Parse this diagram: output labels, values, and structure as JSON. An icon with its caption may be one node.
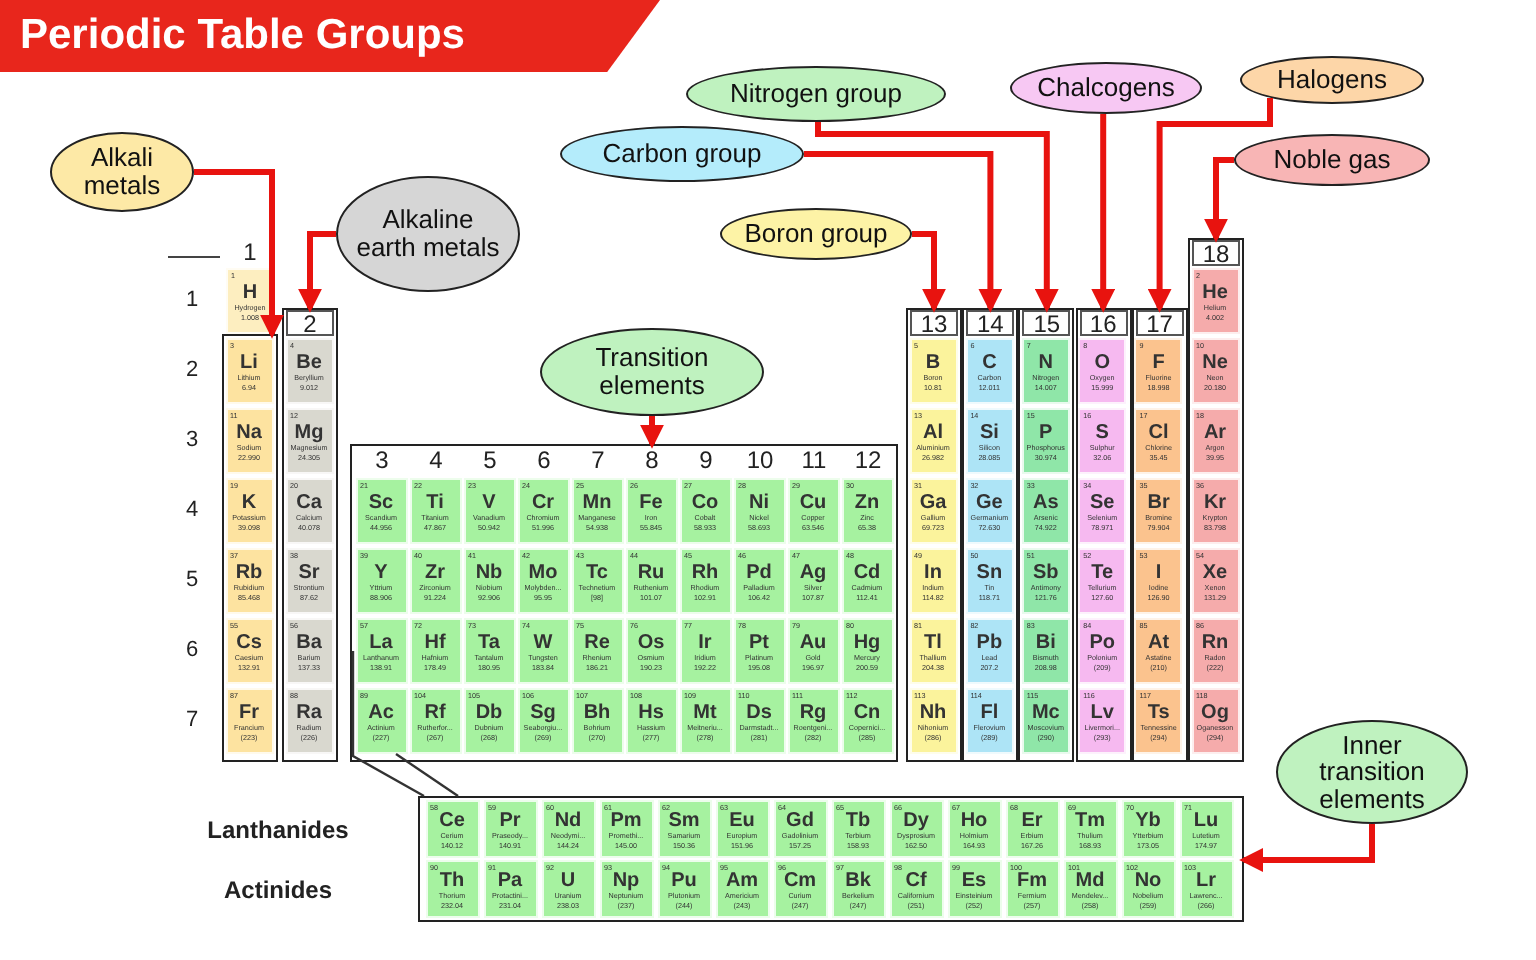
{
  "diagram": {
    "title": "Periodic Table Groups",
    "nodes": [
      {
        "text": [
          "Alkali metals"
        ]
      },
      {
        "text": [
          "Alkaline earth metals"
        ]
      },
      {
        "text": [
          "Nitrogen group"
        ]
      },
      {
        "text": [
          "Chalcogens"
        ]
      },
      {
        "text": [
          "Halogens"
        ]
      },
      {
        "text": [
          "Carbon group"
        ]
      },
      {
        "text": [
          "Noble gas"
        ]
      },
      {
        "text": [
          "Boron group"
        ]
      },
      {
        "text": [
          "Transition elements"
        ]
      },
      {
        "text": [
          "Inner transition elements"
        ]
      },
      {
        "text": [
          "1",
          "H",
          "Hydrogen",
          "1.008"
        ]
      },
      {
        "text": [],
        "shape": "box"
      },
      {
        "text": [
          "3",
          "Li",
          "Lithium",
          "6.94"
        ],
        "in": 11
      },
      {
        "text": [
          "11",
          "Na",
          "Sodium",
          "22.990"
        ],
        "in": 11
      },
      {
        "text": [
          "19",
          "K",
          "Potassium",
          "39.098"
        ],
        "in": 11
      },
      {
        "text": [
          "37",
          "Rb",
          "Rubidium",
          "85.468"
        ],
        "in": 11
      },
      {
        "text": [
          "55",
          "Cs",
          "Caesium",
          "132.91"
        ],
        "in": 11
      },
      {
        "text": [
          "87",
          "Fr",
          "Francium",
          "(223)"
        ],
        "in": 11
      },
      {
        "text": [
          "2"
        ]
      },
      {
        "text": [
          "4",
          "Be",
          "Beryllium",
          "9.012"
        ],
        "in": 18
      },
      {
        "text": [
          "12",
          "Mg",
          "Magnesium",
          "24.305"
        ],
        "in": 18
      },
      {
        "text": [
          "20",
          "Ca",
          "Calcium",
          "40.078"
        ],
        "in": 18
      },
      {
        "text": [
          "38",
          "Sr",
          "Strontium",
          "87.62"
        ],
        "in": 18
      },
      {
        "text": [
          "56",
          "Ba",
          "Barium",
          "137.33"
        ],
        "in": 18
      },
      {
        "text": [
          "88",
          "Ra",
          "Radium",
          "(226)"
        ],
        "in": 18
      },
      {
        "text": [],
        "shape": "box"
      },
      {
        "text": [
          "21",
          "Sc",
          "Scandium",
          "44.956"
        ],
        "in": 25
      },
      {
        "text": [
          "22",
          "Ti",
          "Titanium",
          "47.867"
        ],
        "in": 25
      },
      {
        "text": [
          "23",
          "V",
          "Vanadium",
          "50.942"
        ],
        "in": 25
      },
      {
        "text": [
          "24",
          "Cr",
          "Chromium",
          "51.996"
        ],
        "in": 25
      },
      {
        "text": [
          "25",
          "Mn",
          "Manganese",
          "54.938"
        ],
        "in": 25
      },
      {
        "text": [
          "26",
          "Fe",
          "Iron",
          "55.845"
        ],
        "in": 25
      },
      {
        "text": [
          "27",
          "Co",
          "Cobalt",
          "58.933"
        ],
        "in": 25
      },
      {
        "text": [
          "28",
          "Ni",
          "Nickel",
          "58.693"
        ],
        "in": 25
      },
      {
        "text": [
          "29",
          "Cu",
          "Copper",
          "63.546"
        ],
        "in": 25
      },
      {
        "text": [
          "30",
          "Zn",
          "Zinc",
          "65.38"
        ],
        "in": 25
      },
      {
        "text": [
          "39",
          "Y",
          "Yttrium",
          "88.906"
        ],
        "in": 25
      },
      {
        "text": [
          "40",
          "Zr",
          "Zirconium",
          "91.224"
        ],
        "in": 25
      },
      {
        "text": [
          "41",
          "Nb",
          "Niobium",
          "92.906"
        ],
        "in": 25
      },
      {
        "text": [
          "42",
          "Mo",
          "Molybden...",
          "95.95"
        ],
        "in": 25
      },
      {
        "text": [
          "43",
          "Tc",
          "Technetium",
          "[98]"
        ],
        "in": 25
      },
      {
        "text": [
          "44",
          "Ru",
          "Ruthenium",
          "101.07"
        ],
        "in": 25
      },
      {
        "text": [
          "45",
          "Rh",
          "Rhodium",
          "102.91"
        ],
        "in": 25
      },
      {
        "text": [
          "46",
          "Pd",
          "Palladium",
          "106.42"
        ],
        "in": 25
      },
      {
        "text": [
          "47",
          "Ag",
          "Silver",
          "107.87"
        ],
        "in": 25
      },
      {
        "text": [
          "48",
          "Cd",
          "Cadmium",
          "112.41"
        ],
        "in": 25
      },
      {
        "text": [
          "57",
          "La",
          "Lanthanum",
          "138.91"
        ],
        "in": 25
      },
      {
        "text": [
          "72",
          "Hf",
          "Hafnium",
          "178.49"
        ],
        "in": 25
      },
      {
        "text": [
          "73",
          "Ta",
          "Tantalum",
          "180.95"
        ],
        "in": 25
      },
      {
        "text": [
          "74",
          "W",
          "Tungsten",
          "183.84"
        ],
        "in": 25
      },
      {
        "text": [
          "75",
          "Re",
          "Rhenium",
          "186.21"
        ],
        "in": 25
      },
      {
        "text": [
          "76",
          "Os",
          "Osmium",
          "190.23"
        ],
        "in": 25
      },
      {
        "text": [
          "77",
          "Ir",
          "Iridium",
          "192.22"
        ],
        "in": 25
      },
      {
        "text": [
          "78",
          "Pt",
          "Platinum",
          "195.08"
        ],
        "in": 25
      },
      {
        "text": [
          "79",
          "Au",
          "Gold",
          "196.97"
        ],
        "in": 25
      },
      {
        "text": [
          "80",
          "Hg",
          "Mercury",
          "200.59"
        ],
        "in": 25
      },
      {
        "text": [
          "89",
          "Ac",
          "Actinium",
          "(227)"
        ],
        "in": 25
      },
      {
        "text": [
          "104",
          "Rf",
          "Rutherfor...",
          "(267)"
        ],
        "in": 25
      },
      {
        "text": [
          "105",
          "Db",
          "Dubnium",
          "(268)"
        ],
        "in": 25
      },
      {
        "text": [
          "106",
          "Sg",
          "Seaborgiu...",
          "(269)"
        ],
        "in": 25
      },
      {
        "text": [
          "107",
          "Bh",
          "Bohrium",
          "(270)"
        ],
        "in": 25
      },
      {
        "text": [
          "108",
          "Hs",
          "Hassium",
          "(277)"
        ],
        "in": 25
      },
      {
        "text": [
          "109",
          "Mt",
          "Meitneriu...",
          "(278)"
        ],
        "in": 25
      },
      {
        "text": [
          "110",
          "Ds",
          "Darmstadt...",
          "(281)"
        ],
        "in": 25
      },
      {
        "text": [
          "111",
          "Rg",
          "Roentgeni...",
          "(282)"
        ],
        "in": 25
      },
      {
        "text": [
          "112",
          "Cn",
          "Copernici...",
          "(285)"
        ],
        "in": 25
      },
      {
        "text": [
          "13"
        ]
      },
      {
        "text": [
          "5",
          "B",
          "Boron",
          "10.81"
        ],
        "in": 66
      },
      {
        "text": [
          "13",
          "Al",
          "Aluminium",
          "26.982"
        ],
        "in": 66
      },
      {
        "text": [
          "31",
          "Ga",
          "Gallium",
          "69.723"
        ],
        "in": 66
      },
      {
        "text": [
          "49",
          "In",
          "Indium",
          "114.82"
        ],
        "in": 66
      },
      {
        "text": [
          "81",
          "Tl",
          "Thallium",
          "204.38"
        ],
        "in": 66
      },
      {
        "text": [
          "113",
          "Nh",
          "Nihonium",
          "(286)"
        ],
        "in": 66
      },
      {
        "text": [
          "14"
        ]
      },
      {
        "text": [
          "6",
          "C",
          "Carbon",
          "12.011"
        ],
        "in": 73
      },
      {
        "text": [
          "14",
          "Si",
          "Silicon",
          "28.085"
        ],
        "in": 73
      },
      {
        "text": [
          "32",
          "Ge",
          "Germanium",
          "72.630"
        ],
        "in": 73
      },
      {
        "text": [
          "50",
          "Sn",
          "Tin",
          "118.71"
        ],
        "in": 73
      },
      {
        "text": [
          "82",
          "Pb",
          "Lead",
          "207.2"
        ],
        "in": 73
      },
      {
        "text": [
          "114",
          "Fl",
          "Flerovium",
          "(289)"
        ],
        "in": 73
      },
      {
        "text": [
          "15"
        ]
      },
      {
        "text": [
          "7",
          "N",
          "Nitrogen",
          "14.007"
        ],
        "in": 80
      },
      {
        "text": [
          "15",
          "P",
          "Phosphorus",
          "30.974"
        ],
        "in": 80
      },
      {
        "text": [
          "33",
          "As",
          "Arsenic",
          "74.922"
        ],
        "in": 80
      },
      {
        "text": [
          "51",
          "Sb",
          "Antimony",
          "121.76"
        ],
        "in": 80
      },
      {
        "text": [
          "83",
          "Bi",
          "Bismuth",
          "208.98"
        ],
        "in": 80
      },
      {
        "text": [
          "115",
          "Mc",
          "Moscovium",
          "(290)"
        ],
        "in": 80
      },
      {
        "text": [
          "16"
        ]
      },
      {
        "text": [
          "8",
          "O",
          "Oxygen",
          "15.999"
        ],
        "in": 87
      },
      {
        "text": [
          "16",
          "S",
          "Sulphur",
          "32.06"
        ],
        "in": 87
      },
      {
        "text": [
          "34",
          "Se",
          "Selenium",
          "78.971"
        ],
        "in": 87
      },
      {
        "text": [
          "52",
          "Te",
          "Tellurium",
          "127.60"
        ],
        "in": 87
      },
      {
        "text": [
          "84",
          "Po",
          "Polonium",
          "(209)"
        ],
        "in": 87
      },
      {
        "text": [
          "116",
          "Lv",
          "Livermori...",
          "(293)"
        ],
        "in": 87
      },
      {
        "text": [
          "17"
        ]
      },
      {
        "text": [
          "9",
          "F",
          "Fluorine",
          "18.998"
        ],
        "in": 94
      },
      {
        "text": [
          "17",
          "Cl",
          "Chlorine",
          "35.45"
        ],
        "in": 94
      },
      {
        "text": [
          "35",
          "Br",
          "Bromine",
          "79.904"
        ],
        "in": 94
      },
      {
        "text": [
          "53",
          "I",
          "Iodine",
          "126.90"
        ],
        "in": 94
      },
      {
        "text": [
          "85",
          "At",
          "Astatine",
          "(210)"
        ],
        "in": 94
      },
      {
        "text": [
          "117",
          "Ts",
          "Tennessine",
          "(294)"
        ],
        "in": 94
      },
      {
        "text": [
          "18"
        ]
      },
      {
        "text": [
          "2",
          "He",
          "Helium",
          "4.002"
        ],
        "in": 101
      },
      {
        "text": [
          "10",
          "Ne",
          "Neon",
          "20.180"
        ],
        "in": 101
      },
      {
        "text": [
          "18",
          "Ar",
          "Argon",
          "39.95"
        ],
        "in": 101
      },
      {
        "text": [
          "36",
          "Kr",
          "Krypton",
          "83.798"
        ],
        "in": 101
      },
      {
        "text": [
          "54",
          "Xe",
          "Xenon",
          "131.29"
        ],
        "in": 101
      },
      {
        "text": [
          "86",
          "Rn",
          "Radon",
          "(222)"
        ],
        "in": 101
      },
      {
        "text": [
          "118",
          "Og",
          "Oganesson",
          "(294)"
        ],
        "in": 101
      },
      {
        "text": [],
        "shape": "box"
      },
      {
        "text": [
          "58",
          "Ce",
          "Cerium",
          "140.12"
        ],
        "in": 109
      },
      {
        "text": [
          "59",
          "Pr",
          "Praseody...",
          "140.91"
        ],
        "in": 109
      },
      {
        "text": [
          "60",
          "Nd",
          "Neodymi...",
          "144.24"
        ],
        "in": 109
      },
      {
        "text": [
          "61",
          "Pm",
          "Promethi...",
          "145.00"
        ],
        "in": 109
      },
      {
        "text": [
          "62",
          "Sm",
          "Samarium",
          "150.36"
        ],
        "in": 109
      },
      {
        "text": [
          "63",
          "Eu",
          "Europium",
          "151.96"
        ],
        "in": 109
      },
      {
        "text": [
          "64",
          "Gd",
          "Gadolinium",
          "157.25"
        ],
        "in": 109
      },
      {
        "text": [
          "65",
          "Tb",
          "Terbium",
          "158.93"
        ],
        "in": 109
      },
      {
        "text": [
          "66",
          "Dy",
          "Dysprosium",
          "162.50"
        ],
        "in": 109
      },
      {
        "text": [
          "67",
          "Ho",
          "Holmium",
          "164.93"
        ],
        "in": 109
      },
      {
        "text": [
          "68",
          "Er",
          "Erbium",
          "167.26"
        ],
        "in": 109
      },
      {
        "text": [
          "69",
          "Tm",
          "Thulium",
          "168.93"
        ],
        "in": 109
      },
      {
        "text": [
          "70",
          "Yb",
          "Ytterbium",
          "173.05"
        ],
        "in": 109
      },
      {
        "text": [
          "71",
          "Lu",
          "Lutetium",
          "174.97"
        ],
        "in": 109
      },
      {
        "text": [
          "90",
          "Th",
          "Thorium",
          "232.04"
        ],
        "in": 109
      },
      {
        "text": [
          "91",
          "Pa",
          "Protactini...",
          "231.04"
        ],
        "in": 109
      },
      {
        "text": [
          "92",
          "U",
          "Uranium",
          "238.03"
        ],
        "in": 109
      },
      {
        "text": [
          "93",
          "Np",
          "Neptunium",
          "(237)"
        ],
        "in": 109
      },
      {
        "text": [
          "94",
          "Pu",
          "Plutonium",
          "(244)"
        ],
        "in": 109
      },
      {
        "text": [
          "95",
          "Am",
          "Americium",
          "(243)"
        ],
        "in": 109
      },
      {
        "text": [
          "96",
          "Cm",
          "Curium",
          "(247)"
        ],
        "in": 109
      },
      {
        "text": [
          "97",
          "Bk",
          "Berkelium",
          "(247)"
        ],
        "in": 109
      },
      {
        "text": [
          "98",
          "Cf",
          "Californium",
          "(251)"
        ],
        "in": 109
      },
      {
        "text": [
          "99",
          "Es",
          "Einsteinium",
          "(252)"
        ],
        "in": 109
      },
      {
        "text": [
          "100",
          "Fm",
          "Fermium",
          "(257)"
        ],
        "in": 109
      },
      {
        "text": [
          "101",
          "Md",
          "Mendelev...",
          "(258)"
        ],
        "in": 109
      },
      {
        "text": [
          "102",
          "No",
          "Nobelium",
          "(259)"
        ],
        "in": 109
      },
      {
        "text": [
          "103",
          "Lr",
          "Lawrenc...",
          "(266)"
        ],
        "in": 109
      }
    ],
    "edges": [
      {
        "from": 0,
        "to": 11,
        "arrow": "to"
      },
      {
        "from": 1,
        "to": 18,
        "arrow": "to"
      },
      {
        "from": 2,
        "to": 80,
        "arrow": "to"
      },
      {
        "from": 3,
        "to": 87,
        "arrow": "to"
      },
      {
        "from": 4,
        "to": 94,
        "arrow": "to"
      },
      {
        "from": 5,
        "to": 73,
        "arrow": "to"
      },
      {
        "from": 6,
        "to": 101,
        "arrow": "to"
      },
      {
        "from": 7,
        "to": 66,
        "arrow": "to"
      },
      {
        "from": 8,
        "to": 25,
        "arrow": "to"
      },
      {
        "from": 9,
        "to": 109,
        "arrow": "to"
      },
      {
        "from": 46,
        "to": 109,
        "arrow": "none",
        "color": "#333333"
      },
      {
        "from": 56,
        "to": 109,
        "arrow": "none",
        "color": "#333333"
      }
    ],
    "labels": [
      "1",
      "1",
      "2",
      "3",
      "4",
      "5",
      "6",
      "7",
      "3",
      "4",
      "5",
      "6",
      "7",
      "8",
      "9",
      "10",
      "11",
      "12",
      "Lanthanides",
      "Actinides"
    ]
  }
}
